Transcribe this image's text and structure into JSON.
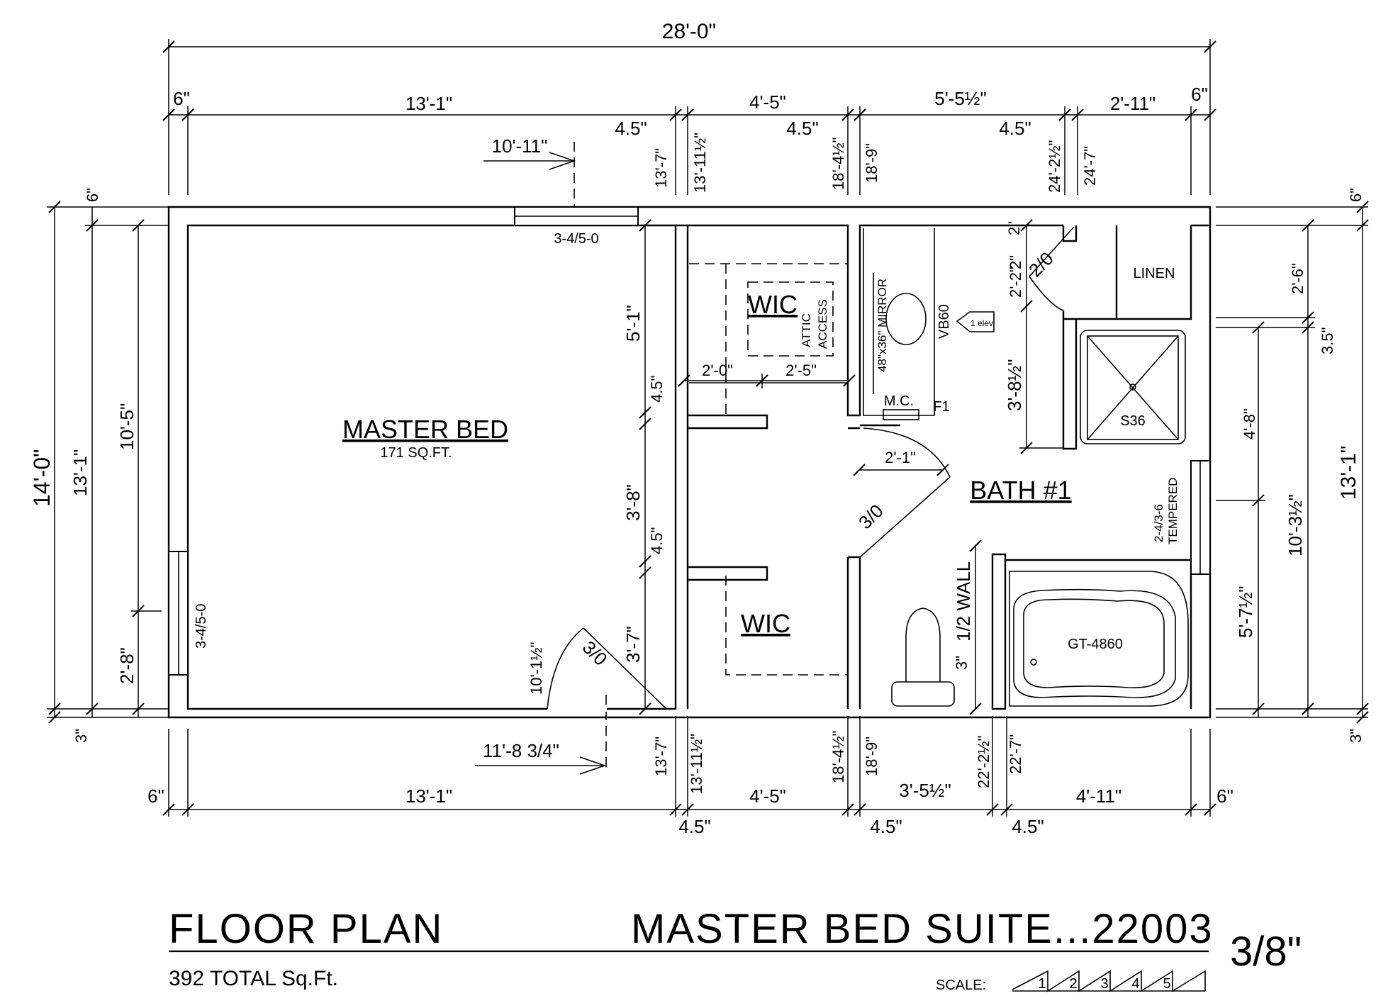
{
  "dimensions": {
    "top": {
      "overall": "28'-0\"",
      "seg_6a": "6\"",
      "seg_13_1": "13'-1\"",
      "seg_4_5": "4'-5\"",
      "seg_5_5h": "5'-5½\"",
      "seg_2_11": "2'-11\"",
      "seg_6b": "6\"",
      "wall_45_a": "4.5\"",
      "wall_45_b": "4.5\"",
      "wall_45_c": "4.5\"",
      "v_13_7": "13'-7\"",
      "v_13_11h": "13'-11½\"",
      "v_18_4h": "18'-4½\"",
      "v_18_9": "18'-9\"",
      "v_24_2h": "24'-2½\"",
      "v_24_7": "24'-7\"",
      "win_offset": "10'-11\""
    },
    "bottom": {
      "seg_6a": "6\"",
      "seg_13_1": "13'-1\"",
      "seg_4_5": "4'-5\"",
      "seg_3_5h": "3'-5½\"",
      "seg_4_11": "4'-11\"",
      "seg_6b": "6\"",
      "wall_45_a": "4.5\"",
      "wall_45_b": "4.5\"",
      "wall_45_c": "4.5\"",
      "v_13_7": "13'-7\"",
      "v_13_11h": "13'-11½\"",
      "v_18_4h": "18'-4½\"",
      "v_18_9": "18'-9\"",
      "v_22_2h": "22'-2½\"",
      "v_22_7": "22'-7\"",
      "door_offset": "11'-8 3/4\""
    },
    "left": {
      "overall": "14'-0\"",
      "inner": "13'-1\"",
      "top6": "6\"",
      "bot3": "3\"",
      "upper": "10'-5\"",
      "lower": "2'-8\""
    },
    "right": {
      "overall": "13'-1\"",
      "top6": "6\"",
      "bot3": "3\"",
      "seg_2_6": "2'-6\"",
      "seg_3_5": "3.5\"",
      "seg_4_8": "4'-8\"",
      "seg_10_3h": "10'-3½\"",
      "seg_5_7h": "5'-7½\""
    },
    "interior": {
      "d_5_1": "5'-1\"",
      "d_45_a": "4.5\"",
      "d_3_8": "3'-8\"",
      "d_45_b": "4.5\"",
      "d_3_7": "3'-7\"",
      "d_2_0": "2'-0\"",
      "d_2_5": "2'-5\"",
      "d_2_1": "2'-1\"",
      "d_3_8h": "3'-8½\"",
      "d_2_top": "2\"",
      "d_2_2": "2'-2\"",
      "d_2_bot": "2\"",
      "d_3": "3\"",
      "d_10_1h": "10'-1½\""
    }
  },
  "labels": {
    "window_top": "3-4/5-0",
    "window_left": "3-4/5-0",
    "window_bath": "2-4/3-6",
    "tempered": "TEMPERED",
    "master_bed": "MASTER BED",
    "master_area": "171 SQ.FT.",
    "wic_upper": "WIC",
    "attic_1": "ATTIC",
    "attic_2": "ACCESS",
    "wic_lower": "WIC",
    "mirror": "48\"x36\" MIRROR",
    "vanity": "VB60",
    "mc": "M.C.",
    "f1": "F1",
    "elev": "1 elev",
    "linen": "LINEN",
    "shower": "S36",
    "bath": "BATH #1",
    "tub": "GT-4860",
    "half_wall": "1/2 WALL",
    "door_bed": "3/0",
    "door_bath": "3/0",
    "door_linen": "2/0"
  },
  "title_block": {
    "title_left": "FLOOR PLAN",
    "title_right": "MASTER BED SUITE...22003",
    "total": "392 TOTAL Sq.Ft.",
    "scale_label": "SCALE:",
    "scale_value": "3/8\"",
    "scale_ticks": [
      "1",
      "2",
      "3",
      "4",
      "5"
    ]
  }
}
